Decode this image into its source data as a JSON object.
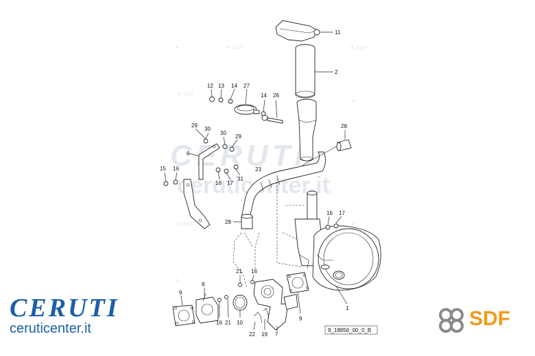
{
  "watermark": {
    "top": "CERUTI",
    "bottom": "ceruticenter.it"
  },
  "brand": {
    "name": "CERUTI",
    "url": "ceruticenter.it",
    "color": "#1b5fa8"
  },
  "sdf": {
    "label": "SDF",
    "color": "#f39a1c",
    "icon": "sdf-logo-icon"
  },
  "drawing_code": "9_18856_00_0_B",
  "callouts": [
    {
      "id": "c11",
      "text": "11"
    },
    {
      "id": "c2",
      "text": "2"
    },
    {
      "id": "c12",
      "text": "12"
    },
    {
      "id": "c13",
      "text": "13"
    },
    {
      "id": "c14a",
      "text": "14"
    },
    {
      "id": "c27",
      "text": "27"
    },
    {
      "id": "c14b",
      "text": "14"
    },
    {
      "id": "c26",
      "text": "26"
    },
    {
      "id": "c28a",
      "text": "28"
    },
    {
      "id": "c29a",
      "text": "29"
    },
    {
      "id": "c30a",
      "text": "30"
    },
    {
      "id": "c30b",
      "text": "30"
    },
    {
      "id": "c29b",
      "text": "29"
    },
    {
      "id": "c6",
      "text": "6"
    },
    {
      "id": "c15",
      "text": "15"
    },
    {
      "id": "c16a",
      "text": "16"
    },
    {
      "id": "c23",
      "text": "23"
    },
    {
      "id": "c16b",
      "text": "16"
    },
    {
      "id": "c17a",
      "text": "17"
    },
    {
      "id": "c31",
      "text": "31"
    },
    {
      "id": "c28b",
      "text": "28"
    },
    {
      "id": "c16c",
      "text": "16"
    },
    {
      "id": "c17b",
      "text": "17"
    },
    {
      "id": "c21a",
      "text": "21"
    },
    {
      "id": "c16d",
      "text": "16"
    },
    {
      "id": "c9a",
      "text": "9"
    },
    {
      "id": "c8",
      "text": "8"
    },
    {
      "id": "c16e",
      "text": "16"
    },
    {
      "id": "c21b",
      "text": "21"
    },
    {
      "id": "c10",
      "text": "10"
    },
    {
      "id": "c22",
      "text": "22"
    },
    {
      "id": "c19",
      "text": "19"
    },
    {
      "id": "c7",
      "text": "7"
    },
    {
      "id": "c9b",
      "text": "9"
    },
    {
      "id": "c1",
      "text": "1"
    }
  ]
}
